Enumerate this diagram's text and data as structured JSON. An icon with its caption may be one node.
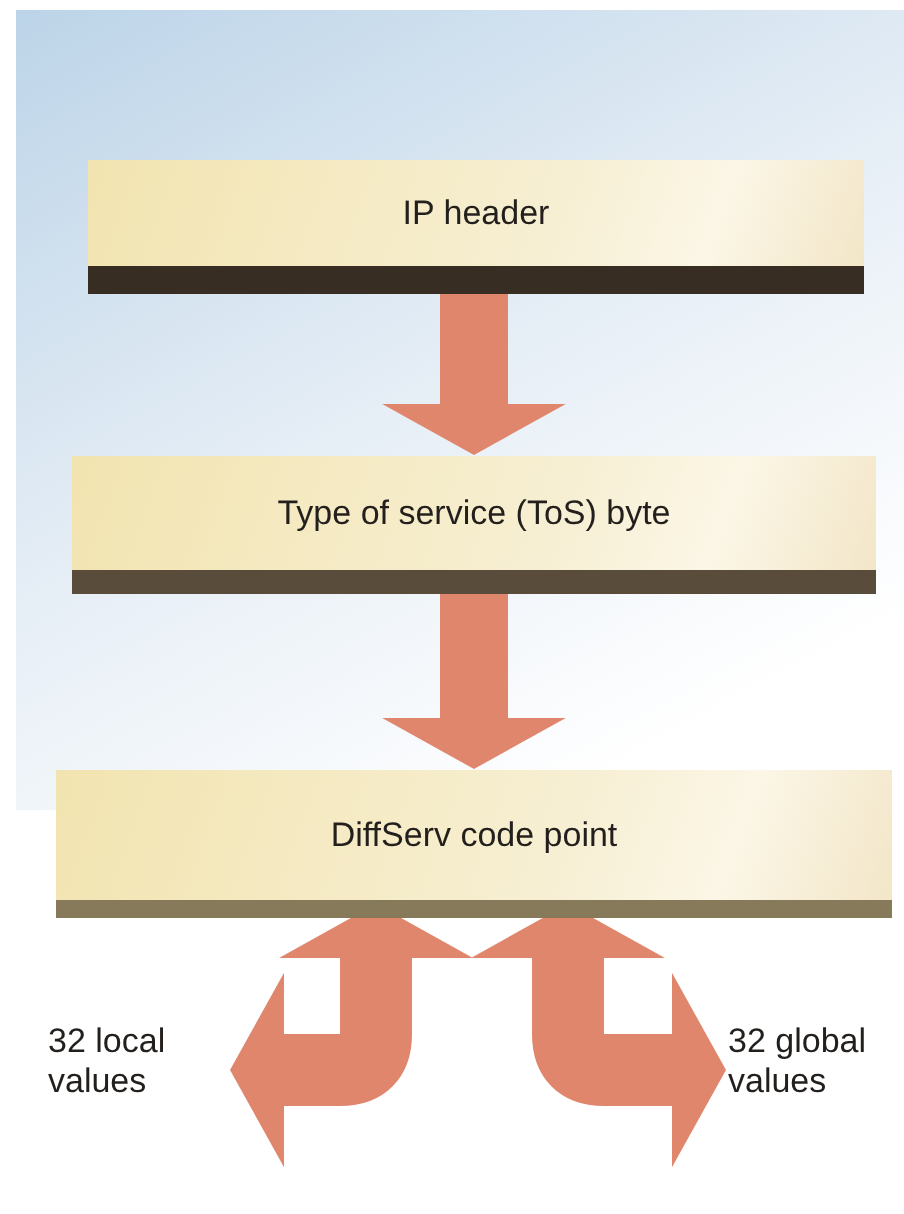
{
  "diagram": {
    "nodes": [
      {
        "text": [
          "IP header"
        ]
      },
      {
        "text": [
          "Type of service (ToS) byte"
        ]
      },
      {
        "text": [
          "DiffServ code point"
        ]
      },
      {
        "text": [
          "32 local values"
        ]
      },
      {
        "text": [
          "32 global values"
        ]
      }
    ],
    "edges": [
      {
        "from": 0,
        "to": 1,
        "arrow": "to"
      },
      {
        "from": 1,
        "to": 2,
        "arrow": "to"
      },
      {
        "from": 3,
        "to": 2,
        "arrow": "both"
      },
      {
        "from": 4,
        "to": 2,
        "arrow": "both"
      }
    ]
  }
}
